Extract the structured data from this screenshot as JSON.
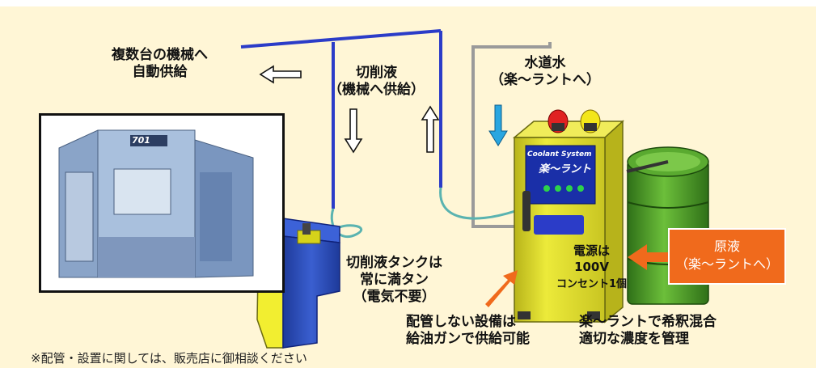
{
  "labels": {
    "multi_supply_line1": "複数台の機械へ",
    "multi_supply_line2": "自動供給",
    "coolant_line1": "切削液",
    "coolant_line2": "（機械へ供給）",
    "water_line1": "水道水",
    "water_line2": "（楽～ラントへ）",
    "tank_line1": "切削液タンクは",
    "tank_line2": "常に満タン",
    "tank_line3": "（電気不要）",
    "gun_line1": "配管しない設備は",
    "gun_line2": "給油ガンで供給可能",
    "mix_line1": "楽～ラントで希釈混合",
    "mix_line2": "適切な濃度を管理",
    "power_line1": "電源は",
    "power_line2": "100V",
    "power_line3": "コンセント1個",
    "concentrate_line1": "原液",
    "concentrate_line2": "（楽～ラントへ）",
    "note": "※配管・設置に関しては、販売店に御相談ください"
  },
  "device": {
    "panel_title_small": "Coolant System",
    "panel_title": "楽～ラント",
    "machine_badge": "701"
  },
  "colors": {
    "background": "#fff6d6",
    "pipe_blue": "#2b3cc8",
    "device_yellow": "#e6e02a",
    "drum_green": "#4d9a2a",
    "tank_blue": "#2d4fb8",
    "accent_orange": "#f06a1c",
    "water_arrow": "#29a6e0"
  }
}
